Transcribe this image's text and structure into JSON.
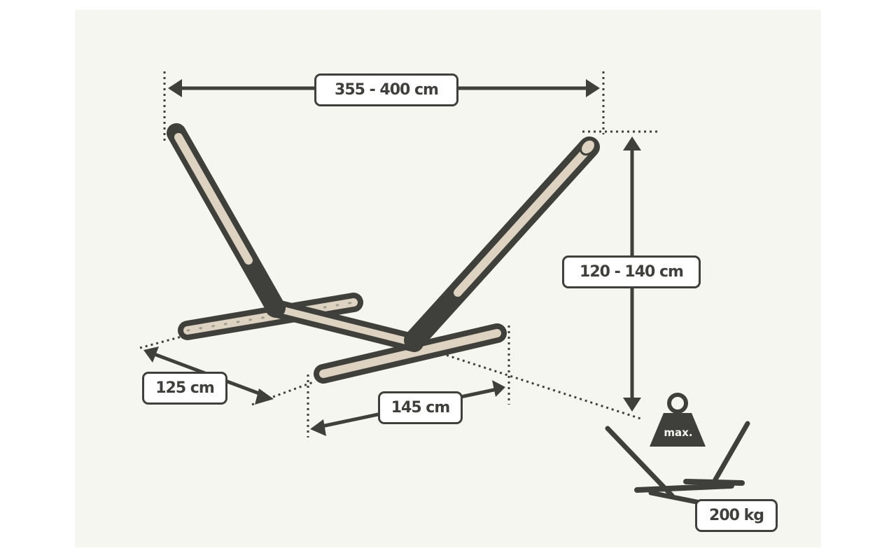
{
  "dimensions": {
    "total_length": "355 - 400 cm",
    "height": "120 - 140 cm",
    "base_width": "125 cm",
    "foot_length": "145 cm",
    "max_load": "200 kg"
  },
  "weight_icon": {
    "label": "max.",
    "icon": "weight-icon"
  },
  "colors": {
    "background": "#f6f6f1",
    "outline": "#3f403b",
    "tube_fill": "#ddd3c0",
    "label_fill": "#ffffff"
  }
}
